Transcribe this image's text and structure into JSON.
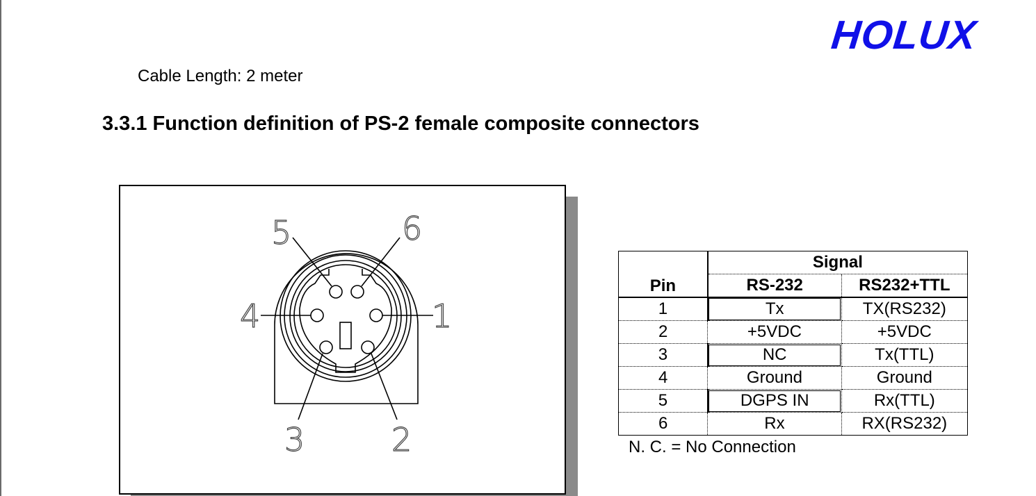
{
  "header": {
    "logo_text": "HOLUX",
    "logo_color": "#1010e8"
  },
  "document": {
    "cable_length": "Cable Length: 2 meter",
    "section_heading": "3.3.1 Function definition of PS-2 female composite connectors"
  },
  "diagram": {
    "pin_labels": [
      "1",
      "2",
      "3",
      "4",
      "5",
      "6"
    ]
  },
  "pin_table": {
    "pin_header": "Pin",
    "signal_header": "Signal",
    "col_rs232": "RS-232",
    "col_ttl": "RS232+TTL",
    "rows": [
      {
        "pin": "1",
        "rs232": "Tx",
        "ttl": "TX(RS232)"
      },
      {
        "pin": "2",
        "rs232": "+5VDC",
        "ttl": "+5VDC"
      },
      {
        "pin": "3",
        "rs232": "NC",
        "ttl": "Tx(TTL)"
      },
      {
        "pin": "4",
        "rs232": "Ground",
        "ttl": "Ground"
      },
      {
        "pin": "5",
        "rs232": "DGPS IN",
        "ttl": "Rx(TTL)"
      },
      {
        "pin": "6",
        "rs232": "Rx",
        "ttl": "RX(RS232)"
      }
    ]
  },
  "note": "N. C. = No Connection"
}
